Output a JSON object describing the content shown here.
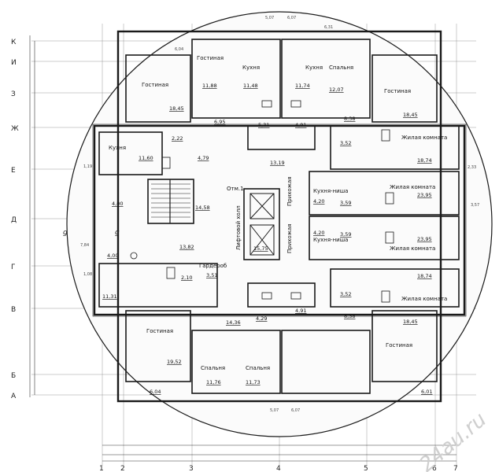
{
  "axes": {
    "rows": [
      "К",
      "И",
      "З",
      "Ж",
      "Е",
      "Д",
      "Г",
      "В",
      "Б",
      "А"
    ],
    "cols": [
      "1",
      "2",
      "3",
      "4",
      "5",
      "6",
      "7"
    ]
  },
  "rooms": [
    {
      "id": "living-nw",
      "name": "Гостиная",
      "area": "18,45"
    },
    {
      "id": "living-n",
      "name": "Гостиная",
      "area": "11,88"
    },
    {
      "id": "kitchen-n1",
      "name": "Кухня",
      "area": "11,48"
    },
    {
      "id": "kitchen-n2",
      "name": "Кухня",
      "area": "11,74"
    },
    {
      "id": "bedroom-n",
      "name": "Спальня",
      "area": "12,07"
    },
    {
      "id": "living-ne",
      "name": "Гостиная",
      "area": "18,45"
    },
    {
      "id": "kitchen-w",
      "name": "Кухня",
      "area": "11,60"
    },
    {
      "id": "living-room-e1",
      "name": "Жилая комната",
      "area": "18,74"
    },
    {
      "id": "living-room-e2",
      "name": "Жилая комната",
      "area": "23,95"
    },
    {
      "id": "kitchen-niche-1",
      "name": "Кухня-ниша",
      "area": "4,20"
    },
    {
      "id": "kitchen-niche-2",
      "name": "Кухня-ниша",
      "area": "4,20"
    },
    {
      "id": "living-room-e3",
      "name": "Жилая комната",
      "area": "23,95"
    },
    {
      "id": "living-room-e4",
      "name": "Жилая комната",
      "area": "18,74"
    },
    {
      "id": "living-se",
      "name": "Гостиная",
      "area": "18,45"
    },
    {
      "id": "living-sw",
      "name": "Гостиная",
      "area": "19,52"
    },
    {
      "id": "bedroom-s1",
      "name": "Спальня",
      "area": "11,76"
    },
    {
      "id": "bedroom-s2",
      "name": "Спальня",
      "area": "11,73"
    },
    {
      "id": "wardrobe",
      "name": "Гардероб",
      "area": "3,51"
    },
    {
      "id": "hall-1",
      "name": "Прихожая",
      "area": ""
    },
    {
      "id": "hall-2",
      "name": "Прихожая",
      "area": ""
    },
    {
      "id": "elevator-hall",
      "name": "Лифтовой холл",
      "area": ""
    }
  ],
  "areas_misc": [
    "6,95",
    "5,31",
    "4,91",
    "8,38",
    "3,52",
    "4,79",
    "2,22",
    "13,19",
    "4,00",
    "14,58",
    "3,59",
    "13,82",
    "15,75",
    "3,59",
    "4,00",
    "2,10",
    "11,31",
    "3,52",
    "14,36",
    "4,29",
    "4,91",
    "8,38",
    "6,04",
    "6,01",
    "5,07",
    "6,07",
    "6,04",
    "5,07",
    "6,07",
    "6,31",
    "7,84",
    "2,33",
    "3,57",
    "1,19",
    "1,08"
  ],
  "mark": "Отм.1",
  "section": "g",
  "watermark": "24au.ru",
  "colors": {
    "line": "#1a1a1a",
    "thin": "#555555"
  }
}
